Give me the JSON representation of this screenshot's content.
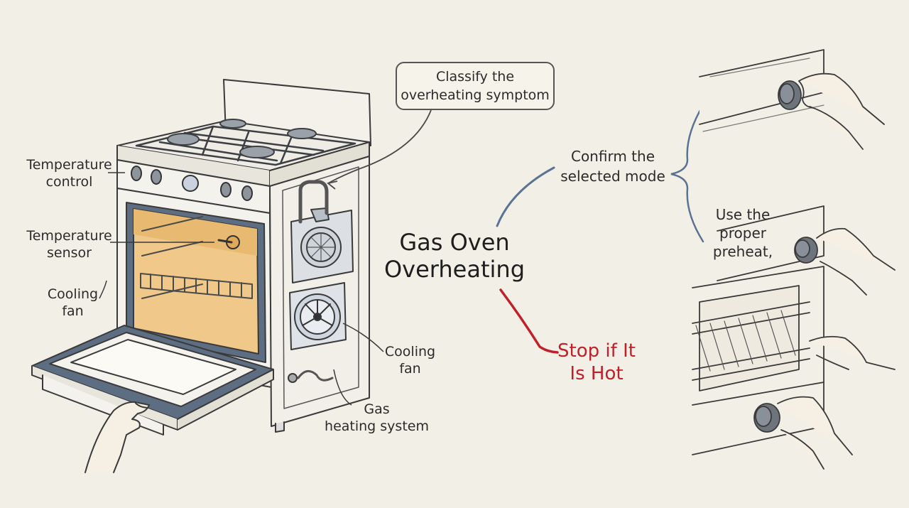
{
  "title": {
    "line1": "Gas Oven",
    "line2": "Overheating"
  },
  "callout": {
    "line1": "Classify the",
    "line2": "overheating symptom"
  },
  "warning": {
    "line1": "Stop if It",
    "line2": "Is Hot"
  },
  "oven_labels": {
    "temp_control": {
      "line1": "Temperature",
      "line2": "control"
    },
    "temp_sensor": {
      "line1": "Temperature",
      "line2": "sensor"
    },
    "cooling_fan_left": {
      "line1": "Cooling",
      "line2": "fan"
    },
    "cooling_fan_right": {
      "line1": "Cooling",
      "line2": "fan"
    },
    "gas_heating": {
      "line1": "Gas",
      "line2": "heating system"
    }
  },
  "steps": {
    "confirm_mode": {
      "line1": "Confirm the",
      "line2": "selected mode"
    },
    "preheat": {
      "line1": "Use the",
      "line2": "proper",
      "line3": "preheat,"
    }
  },
  "colors": {
    "background": "#f2efe6",
    "oven_cavity": "#f0c88a",
    "oven_trim": "#5d6e82",
    "warning_red": "#c0202a",
    "branch_blue": "#5b7392"
  }
}
